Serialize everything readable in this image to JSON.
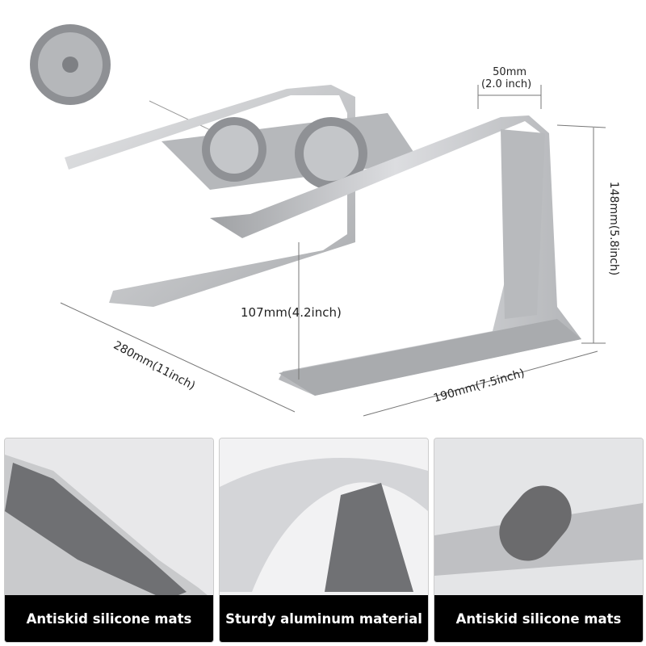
{
  "dimensions": {
    "width_top": "50mm",
    "width_top_inch": "(2.0 inch)",
    "height": "148mm(5.8inch)",
    "front_height": "107mm(4.2inch)",
    "length": "280mm(11inch)",
    "depth": "190mm(7.5inch)"
  },
  "panels": [
    {
      "caption": "Antiskid silicone mats"
    },
    {
      "caption": "Sturdy aluminum material"
    },
    {
      "caption": "Antiskid silicone mats"
    }
  ],
  "colors": {
    "aluminum": "#c9cacc",
    "silicone": "#6b6b6d",
    "caption_bg": "#000000"
  }
}
